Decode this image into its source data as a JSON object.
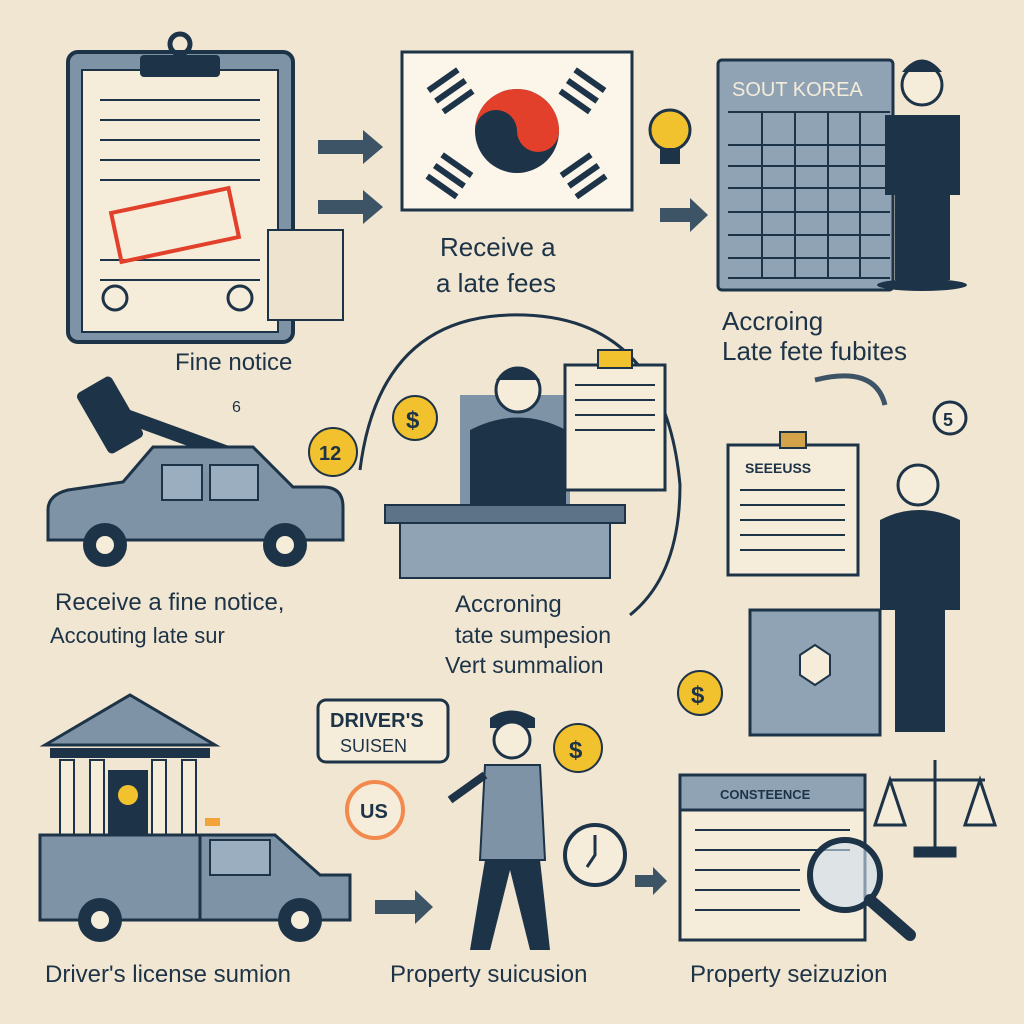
{
  "colors": {
    "background": "#f1e6d2",
    "navy": "#1d3347",
    "steel": "#7f93a6",
    "gold": "#f2c12e",
    "red": "#e2402b"
  },
  "panels": {
    "fine_notice": {
      "caption": "Fine notice"
    },
    "flag": {
      "caption_line1": "Receive a",
      "caption_line2": "a late fees"
    },
    "calendar": {
      "header": "SOUT KOREA",
      "caption_line1": "Accroing",
      "caption_line2": "Late fete fubites"
    },
    "car": {
      "caption_line1": "Receive a fine notice,",
      "caption_line2": "Accouting  late sur"
    },
    "official": {
      "caption_line1": "Accroning",
      "caption_line2": "tate sumpesion",
      "caption_line3": "Vert summalion"
    },
    "sign_doc": {
      "header": "SEEEUSS"
    },
    "truck": {
      "caption": "Driver's license sumion"
    },
    "officer": {
      "sign_line1": "DRIVER'S",
      "sign_line2": "SUISEN",
      "badge": "US",
      "caption": "Property suicusion"
    },
    "seizure": {
      "header": "CONSTEENCE",
      "caption": "Property seizuzion"
    }
  },
  "badges": {
    "clock_number": "12",
    "coin_symbol": "$",
    "small_number": "6",
    "small_coin": "5"
  }
}
